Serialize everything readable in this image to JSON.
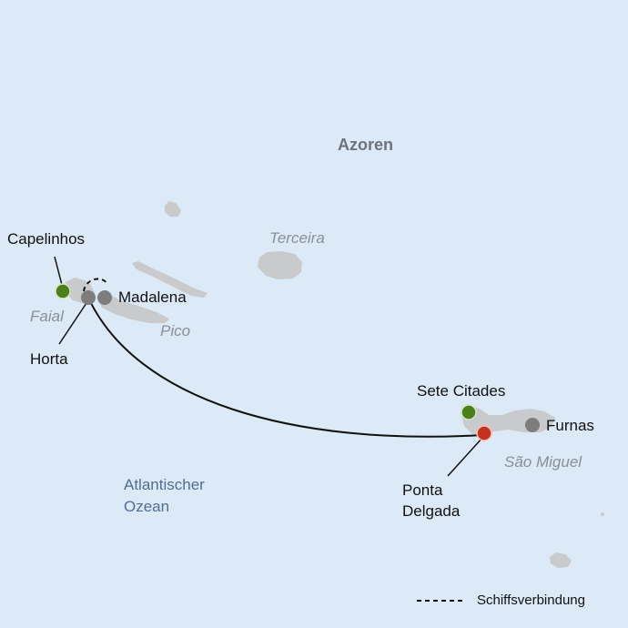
{
  "map": {
    "title": "Azoren",
    "ocean": {
      "line1": "Atlantischer",
      "line2": "Ozean"
    },
    "islands": {
      "faial": "Faial",
      "pico": "Pico",
      "terceira": "Terceira",
      "sao_miguel": "São Miguel"
    },
    "places": {
      "capelinhos": "Capelinhos",
      "madalena": "Madalena",
      "horta": "Horta",
      "sete_citades": "Sete Citades",
      "furnas": "Furnas",
      "ponta_delgada_1": "Ponta",
      "ponta_delgada_2": "Delgada"
    },
    "legend": {
      "ferry": "Schiffsverbindung"
    },
    "colors": {
      "sea": "#dbeaf6",
      "land": "#c9cacc",
      "green_marker": "#4a7f1c",
      "grey_marker": "#7d7d7d",
      "red_marker": "#c8311f",
      "route": "#111111"
    }
  }
}
